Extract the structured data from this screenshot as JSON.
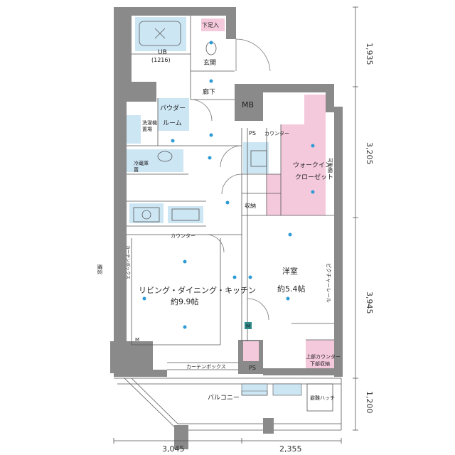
{
  "rooms": {
    "entrance_step": "下足入",
    "ub": "UB",
    "ub_size": "(1216)",
    "genkan": "玄関",
    "roka": "廊下",
    "mb": "MB",
    "powder1": "パウダー",
    "powder2": "ルーム",
    "washer1": "洗濯機",
    "washer2": "置場",
    "fridge1": "冷蔵庫",
    "fridge2": "置",
    "ps_top": "PS",
    "counter_v": "カウンター",
    "wic1": "ウォークイン",
    "wic2": "クローゼット",
    "movable_shelf": "可動棚",
    "storage": "収納",
    "counter_h": "カウンター",
    "ldk": "リビング・ダイニング・キッチン",
    "ldk_area": "約9.9帖",
    "western": "洋室",
    "western_area": "約5.4帖",
    "picture_rail": "ピクチャーレール",
    "upper_counter1": "上部カウンター",
    "upper_counter2": "下部収納",
    "curtain_box": "カーテンボックス",
    "ps_bottom": "PS",
    "balcony": "バルコニー",
    "hatch": "避難ハッチ",
    "window_side": "腰窓",
    "curtain_box_side": "カーテンボックス",
    "m1": "M",
    "m2": "M"
  },
  "dimensions": {
    "right": [
      "1,935",
      "3,205",
      "3,945",
      "1,200"
    ],
    "bottom": [
      "3,045",
      "2,355"
    ]
  },
  "colors": {
    "wall": "#8a8a8a",
    "closet": "#f5c9dc",
    "wet_area": "#cde6f4"
  }
}
